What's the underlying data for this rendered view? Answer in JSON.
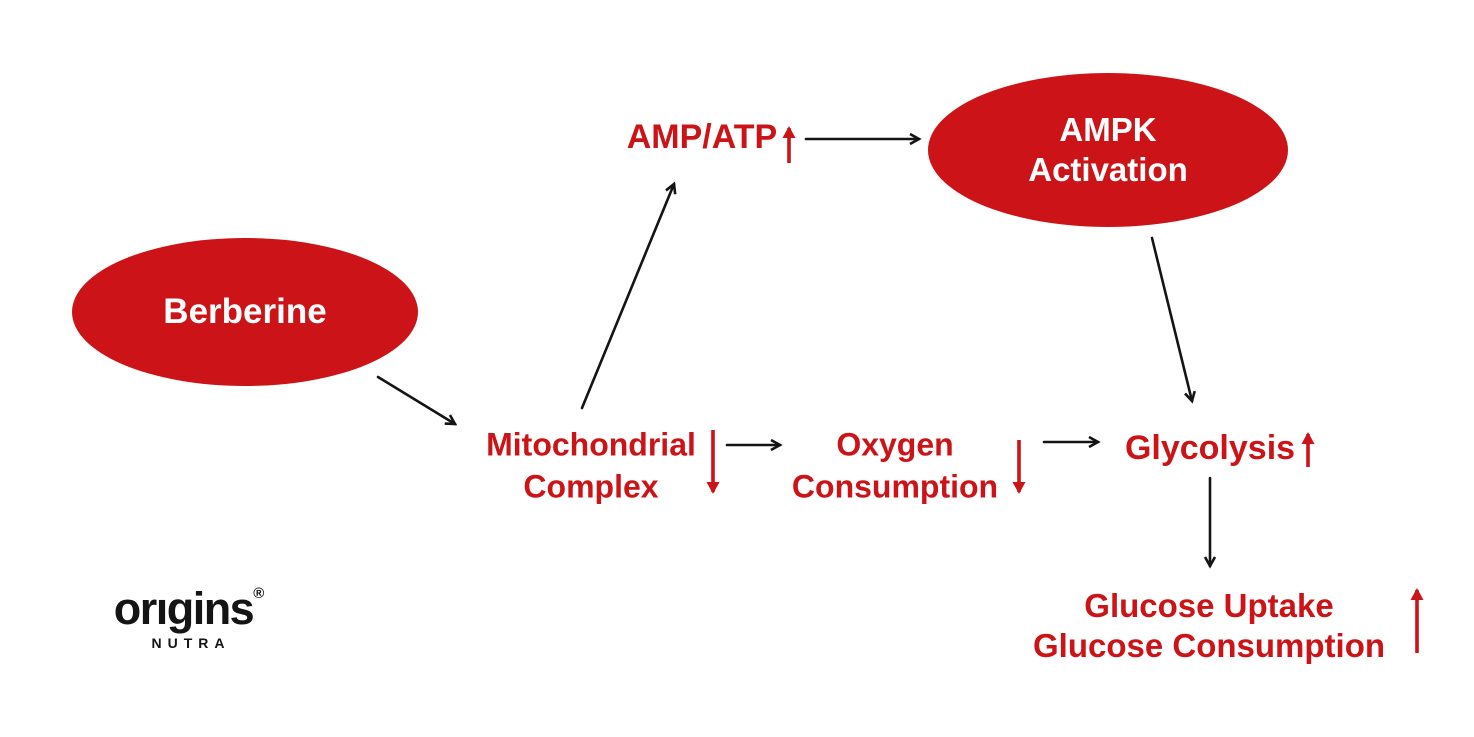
{
  "colors": {
    "brand_red": "#CC1418",
    "arrow_black": "#141414",
    "background": "#FFFFFF",
    "node_text_color": "#FFFFFF"
  },
  "diagram": {
    "title_implicit": "Berberine AMPK activation pathway",
    "berberine": {
      "label": "Berberine",
      "shape": "ellipse"
    },
    "ampk": {
      "line1": "AMPK",
      "line2": "Activation",
      "shape": "ellipse"
    },
    "amp_atp": {
      "label": "AMP/ATP",
      "indicator": "increase"
    },
    "mitochondrial_complex": {
      "line1": "Mitochondrial",
      "line2": "Complex",
      "indicator": "decrease"
    },
    "oxygen_consumption": {
      "line1": "Oxygen",
      "line2": "Consumption",
      "indicator": "decrease"
    },
    "glycolysis": {
      "label": "Glycolysis",
      "indicator": "increase"
    },
    "glucose": {
      "line1": "Glucose Uptake",
      "line2": "Glucose Consumption",
      "indicator": "increase"
    },
    "edges": [
      {
        "from": "berberine",
        "to": "mitochondrial_complex"
      },
      {
        "from": "mitochondrial_complex",
        "to": "amp_atp"
      },
      {
        "from": "amp_atp",
        "to": "ampk"
      },
      {
        "from": "ampk",
        "to": "glycolysis"
      },
      {
        "from": "mitochondrial_complex",
        "to": "oxygen_consumption"
      },
      {
        "from": "oxygen_consumption",
        "to": "glycolysis"
      },
      {
        "from": "glycolysis",
        "to": "glucose"
      }
    ]
  },
  "logo": {
    "wordmark": "orıgins",
    "registered": "®",
    "subtext": "NUTRA"
  }
}
